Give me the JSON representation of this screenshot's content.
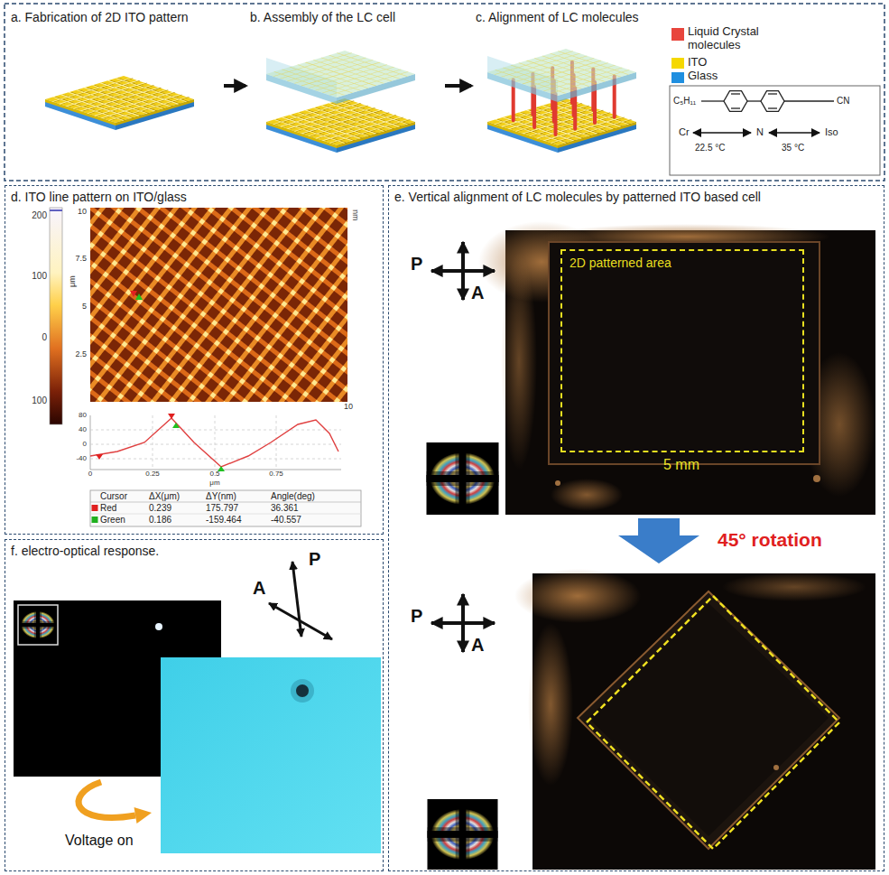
{
  "diagram": {
    "nodes": [
      {
        "text": [
          "a. Fabrication of 2D ITO pattern"
        ]
      },
      {
        "text": [
          "b. Assembly of the LC cell"
        ]
      },
      {
        "text": [
          "c. Alignment of LC molecules"
        ]
      },
      {
        "text": [
          "d. ITO line pattern on ITO/glass"
        ]
      },
      {
        "text": [
          "e. Vertical alignment of LC molecules by patterned ITO based cell"
        ]
      },
      {
        "text": [
          "2D patterned area"
        ],
        "in": 4
      },
      {
        "text": [
          "f. electro-optical response."
        ]
      }
    ],
    "edges": [
      {
        "from": 0,
        "to": 1,
        "arrow": "to"
      },
      {
        "from": 1,
        "to": 2,
        "arrow": "to"
      }
    ],
    "labels": [
      "C₅H₁₁",
      "CN",
      "Cr",
      "N",
      "Iso",
      "22.5 °C",
      "35 °C",
      "200",
      "100",
      "0",
      "100",
      "10",
      "7.5",
      "5",
      "2.5",
      "μm",
      "nm",
      "10",
      "80",
      "40",
      "0",
      "-40",
      "0",
      "0.25",
      "0.5",
      "0.75",
      "μm",
      "Cursor",
      "ΔX(μm)",
      "ΔY(nm)",
      "Angle(deg)",
      "Red",
      "0.239",
      "175.797",
      "36.361",
      "Green",
      "0.186",
      "-159.464",
      "-40.557",
      "P",
      "A",
      "5 mm",
      "45° rotation",
      "P",
      "A",
      "A",
      "P",
      "Voltage on"
    ],
    "legend": [
      {
        "text": "Liquid Crystal molecules",
        "color": "#e8453c"
      },
      {
        "text": "ITO",
        "color": "#f5d800"
      },
      {
        "text": "Glass",
        "color": "#1f8fe0"
      }
    ]
  }
}
